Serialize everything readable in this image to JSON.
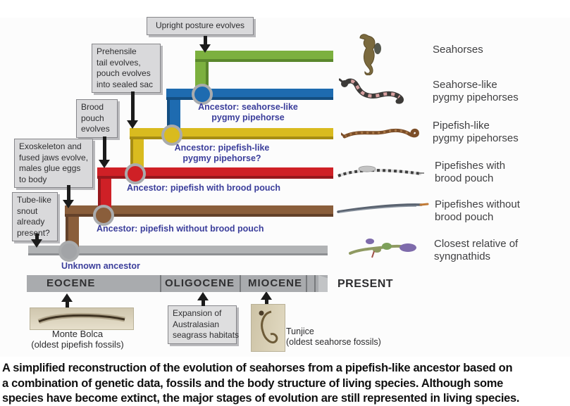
{
  "figure": {
    "callouts": {
      "upright": "Upright posture evolves",
      "prehensile": "Prehensile\ntail evolves,\npouch evolves\ninto sealed sac",
      "brood": "Brood\npouch\nevolves",
      "exoskeleton": "Exoskeleton and\nfused jaws evolve,\nmales glue eggs\nto body",
      "tube": "Tube-like\nsnout\nalready\npresent?",
      "expansion": "Expansion of\nAustralasian\nseagrass habitats"
    },
    "ancestors": {
      "seahorse_like": "Ancestor: seahorse-like\npygmy pipehorse",
      "pipefish_like": "Ancestor: pipefish-like\npygmy pipehorse?",
      "with_pouch": "Ancestor: pipefish with brood pouch",
      "without_pouch": "Ancestor: pipefish without brood pouch",
      "unknown": "Unknown ancestor"
    },
    "lineages": {
      "seahorses": "Seahorses",
      "seahorse_like": "Seahorse-like\npygmy pipehorses",
      "pipefish_like": "Pipefish-like\npygmy pipehorses",
      "with_pouch": "Pipefishes with\nbrood pouch",
      "without_pouch": "Pipefishes without\nbrood pouch",
      "closest": "Closest relative of\nsyngnathids"
    },
    "timeline": {
      "eras": [
        "EOCENE",
        "OLIGOCENE",
        "MIOCENE"
      ],
      "present": "PRESENT"
    },
    "fossil_notes": {
      "monte_bolca_title": "Monte Bolca",
      "monte_bolca_sub": "(oldest pipefish fossils)",
      "tunjice_title": "Tunjice",
      "tunjice_sub": "(oldest seahorse fossils)"
    },
    "branch_colors": {
      "seahorses": "#7cb03f",
      "seahorse_like": "#1e6bb0",
      "pipefish_like": "#d9bb1f",
      "with_pouch": "#cf2026",
      "without_pouch": "#8a5e3b",
      "closest": "#b1b3b5",
      "node_ring": "#a9abad",
      "ancestor_text": "#3b3e9b",
      "callout_bg": "#d9d9db",
      "timeline_bg": "#a9abae"
    }
  },
  "caption": "A simplified reconstruction of the evolution of seahorses from a pipefish-like ancestor based on\na combination of genetic data, fossils and the body structure of living species. Although some\nspecies have become extinct, the major stages of evolution are still represented in living species."
}
